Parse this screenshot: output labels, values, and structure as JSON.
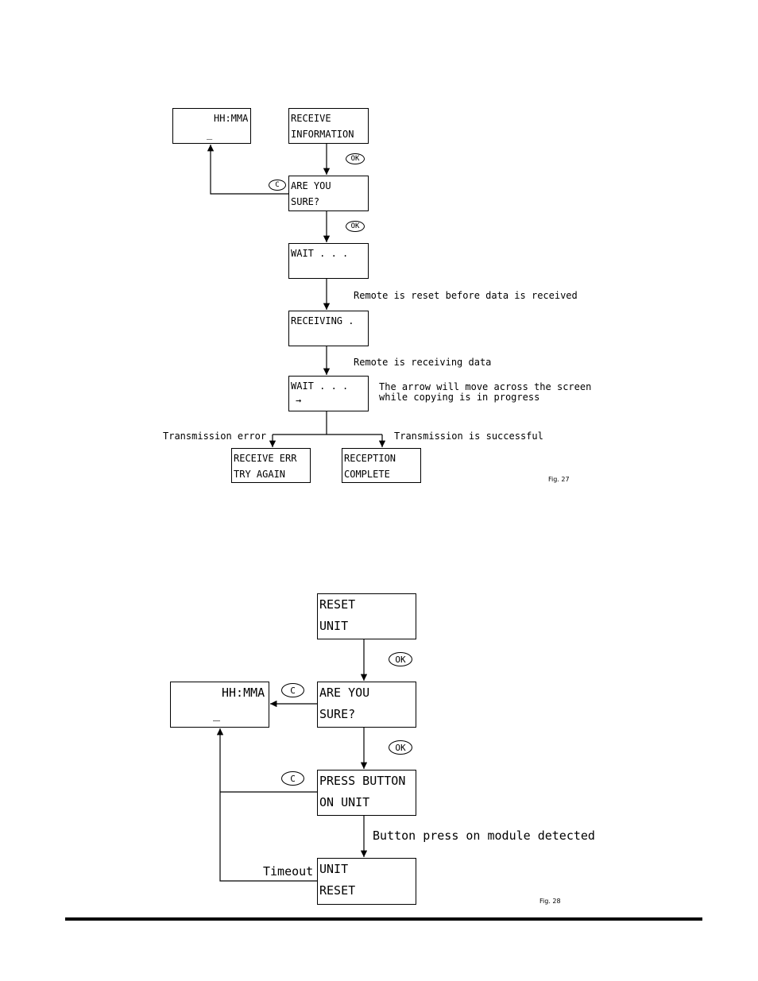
{
  "fig27": {
    "screens": {
      "clock": {
        "line1": "HH:MMA",
        "line2": "_"
      },
      "receive_info": {
        "line1": "RECEIVE",
        "line2": "INFORMATION"
      },
      "are_you_sure": {
        "line1": "ARE YOU",
        "line2": "SURE?"
      },
      "wait1": {
        "line1": "WAIT . . .",
        "line2": ""
      },
      "receiving": {
        "line1": "RECEIVING .",
        "line2": ""
      },
      "wait2": {
        "line1": "WAIT . . .",
        "line2": "→"
      },
      "receive_err": {
        "line1": "RECEIVE ERR",
        "line2": "TRY AGAIN"
      },
      "reception_complete": {
        "line1": "RECEPTION",
        "line2": "COMPLETE"
      }
    },
    "buttons": {
      "ok": "OK",
      "cancel": "C"
    },
    "notes": {
      "reset_before": "Remote is reset before data is received",
      "receiving_data": "Remote is receiving data",
      "arrow_line1": "The arrow will move across the screen",
      "arrow_line2": "while copying is in progress",
      "error": "Transmission error",
      "success": "Transmission is successful"
    },
    "caption": "Fig. 27"
  },
  "fig28": {
    "screens": {
      "reset_unit": {
        "line1": "RESET",
        "line2": "UNIT"
      },
      "clock": {
        "line1": "HH:MMA",
        "line2": "_"
      },
      "are_you_sure": {
        "line1": "ARE YOU",
        "line2": "SURE?"
      },
      "press_button": {
        "line1": "PRESS BUTTON",
        "line2": "ON UNIT"
      },
      "unit_reset": {
        "line1": "UNIT",
        "line2": "RESET"
      }
    },
    "buttons": {
      "ok": "OK",
      "cancel": "C"
    },
    "notes": {
      "button_press": "Button press on module detected",
      "timeout": "Timeout"
    },
    "caption": "Fig. 28"
  }
}
